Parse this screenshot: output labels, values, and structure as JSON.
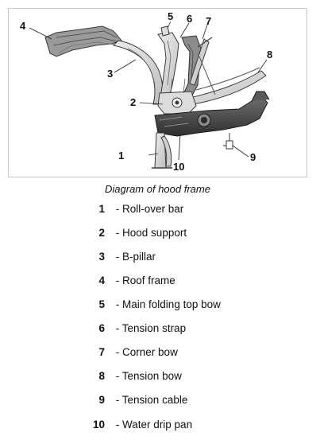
{
  "caption": "Diagram of hood frame",
  "callouts": [
    "1",
    "2",
    "3",
    "4",
    "5",
    "6",
    "7",
    "8",
    "9",
    "10"
  ],
  "legend": [
    {
      "number": "1",
      "label": "Roll-over bar"
    },
    {
      "number": "2",
      "label": "Hood support"
    },
    {
      "number": "3",
      "label": "B-pillar"
    },
    {
      "number": "4",
      "label": "Roof frame"
    },
    {
      "number": "5",
      "label": "Main folding top bow"
    },
    {
      "number": "6",
      "label": "Tension strap"
    },
    {
      "number": "7",
      "label": "Corner bow"
    },
    {
      "number": "8",
      "label": "Tension bow"
    },
    {
      "number": "9",
      "label": "Tension cable"
    },
    {
      "number": "10",
      "label": "Water drip pan"
    }
  ],
  "legend_separator": "-"
}
